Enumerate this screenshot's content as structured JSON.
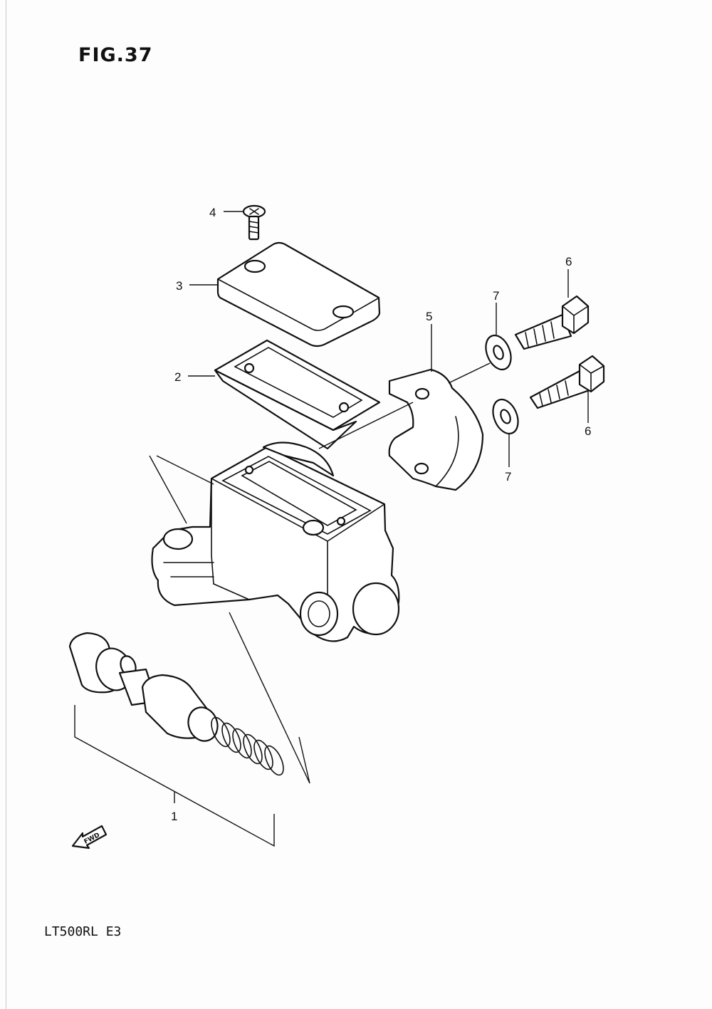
{
  "figure": {
    "title": "FIG.37"
  },
  "model": {
    "code": "LT500RL  E3"
  },
  "callouts": {
    "part_1": "1",
    "part_2": "2",
    "part_3": "3",
    "part_4": "4",
    "part_5": "5",
    "part_6_upper": "6",
    "part_6_lower": "6",
    "part_7_upper": "7",
    "part_7_lower": "7"
  },
  "direction_arrow": {
    "label": "FWD",
    "icon": "forward-arrow-icon"
  }
}
